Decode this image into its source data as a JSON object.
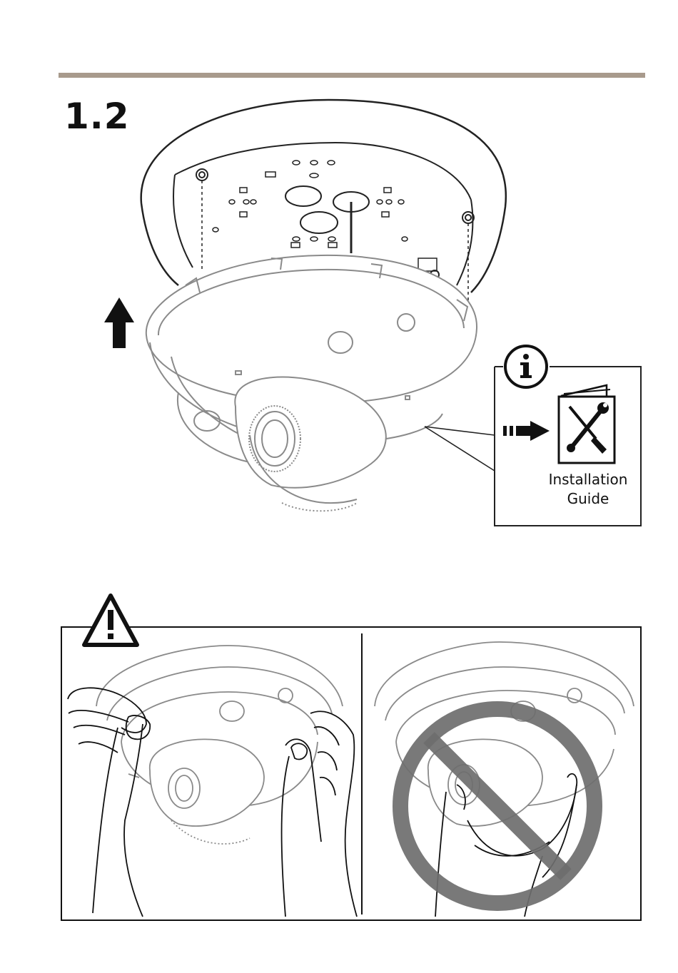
{
  "page": {
    "step_number": "1.2",
    "header_rule_color": "#a89a8c"
  },
  "info_box": {
    "icon": "info-icon",
    "arrow_icon": "dashed-arrow-right-icon",
    "manual_icon": "installation-guide-booklet-icon",
    "label_line1": "Installation",
    "label_line2": "Guide"
  },
  "illustration": {
    "main": "dome-camera-removal-illustration",
    "lift_arrow": "arrow-up-icon"
  },
  "warning_panel": {
    "icon": "warning-triangle-icon",
    "correct_panel": "two-hands-holding-dome-edges",
    "incorrect_panel": "hand-holding-dome-cover",
    "prohibited_icon": "prohibited-sign-icon",
    "prohibited_color": "#6e6e6e"
  }
}
